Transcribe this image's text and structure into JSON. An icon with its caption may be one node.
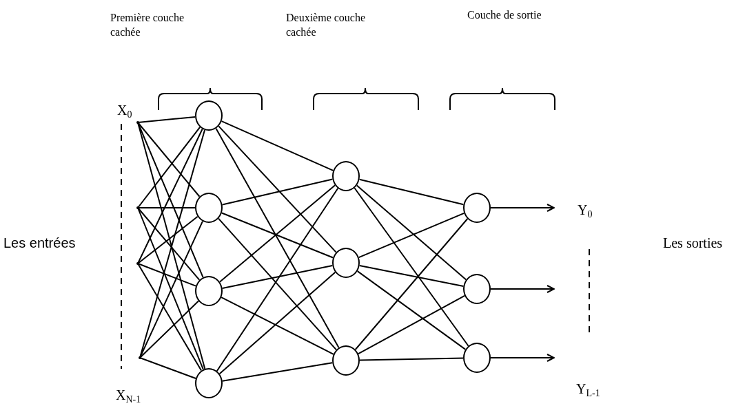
{
  "diagram": {
    "nodes": [
      {
        "text": [],
        "shape": "point"
      },
      {
        "text": [],
        "shape": "point"
      },
      {
        "text": [],
        "shape": "point"
      },
      {
        "text": [],
        "shape": "point"
      },
      {
        "text": [],
        "shape": "circle"
      },
      {
        "text": [],
        "shape": "circle"
      },
      {
        "text": [],
        "shape": "circle"
      },
      {
        "text": [],
        "shape": "circle"
      },
      {
        "text": [],
        "shape": "circle"
      },
      {
        "text": [],
        "shape": "circle"
      },
      {
        "text": [],
        "shape": "circle"
      },
      {
        "text": [],
        "shape": "circle"
      },
      {
        "text": [],
        "shape": "circle"
      },
      {
        "text": [],
        "shape": "circle"
      }
    ],
    "edges": [
      {
        "from": 0,
        "to": 4,
        "arrow": "none"
      },
      {
        "from": 0,
        "to": 5,
        "arrow": "none"
      },
      {
        "from": 0,
        "to": 6,
        "arrow": "none"
      },
      {
        "from": 0,
        "to": 7,
        "arrow": "none"
      },
      {
        "from": 1,
        "to": 4,
        "arrow": "none"
      },
      {
        "from": 1,
        "to": 5,
        "arrow": "none"
      },
      {
        "from": 1,
        "to": 6,
        "arrow": "none"
      },
      {
        "from": 1,
        "to": 7,
        "arrow": "none"
      },
      {
        "from": 2,
        "to": 4,
        "arrow": "none"
      },
      {
        "from": 2,
        "to": 5,
        "arrow": "none"
      },
      {
        "from": 2,
        "to": 6,
        "arrow": "none"
      },
      {
        "from": 2,
        "to": 7,
        "arrow": "none"
      },
      {
        "from": 3,
        "to": 4,
        "arrow": "none"
      },
      {
        "from": 3,
        "to": 5,
        "arrow": "none"
      },
      {
        "from": 3,
        "to": 6,
        "arrow": "none"
      },
      {
        "from": 3,
        "to": 7,
        "arrow": "none"
      },
      {
        "from": 4,
        "to": 8,
        "arrow": "none"
      },
      {
        "from": 4,
        "to": 9,
        "arrow": "none"
      },
      {
        "from": 4,
        "to": 10,
        "arrow": "none"
      },
      {
        "from": 5,
        "to": 8,
        "arrow": "none"
      },
      {
        "from": 5,
        "to": 9,
        "arrow": "none"
      },
      {
        "from": 5,
        "to": 10,
        "arrow": "none"
      },
      {
        "from": 6,
        "to": 8,
        "arrow": "none"
      },
      {
        "from": 6,
        "to": 9,
        "arrow": "none"
      },
      {
        "from": 6,
        "to": 10,
        "arrow": "none"
      },
      {
        "from": 7,
        "to": 8,
        "arrow": "none"
      },
      {
        "from": 7,
        "to": 9,
        "arrow": "none"
      },
      {
        "from": 7,
        "to": 10,
        "arrow": "none"
      },
      {
        "from": 8,
        "to": 11,
        "arrow": "none"
      },
      {
        "from": 8,
        "to": 12,
        "arrow": "none"
      },
      {
        "from": 8,
        "to": 13,
        "arrow": "none"
      },
      {
        "from": 9,
        "to": 11,
        "arrow": "none"
      },
      {
        "from": 9,
        "to": 12,
        "arrow": "none"
      },
      {
        "from": 9,
        "to": 13,
        "arrow": "none"
      },
      {
        "from": 10,
        "to": 11,
        "arrow": "none"
      },
      {
        "from": 10,
        "to": 12,
        "arrow": "none"
      },
      {
        "from": 10,
        "to": 13,
        "arrow": "none"
      },
      {
        "from": 11,
        "to": null,
        "arrow": "to"
      },
      {
        "from": 12,
        "to": null,
        "arrow": "to"
      },
      {
        "from": 13,
        "to": null,
        "arrow": "to"
      }
    ],
    "labels": [
      "Première couche cachée",
      "Deuxième couche cachée",
      "Couche de sortie",
      "X$_{0}$",
      "Les entrées",
      "Y$_{0}$",
      "Les sorties",
      "X$_{N-1}$",
      "Y$_{L-1}$"
    ]
  }
}
